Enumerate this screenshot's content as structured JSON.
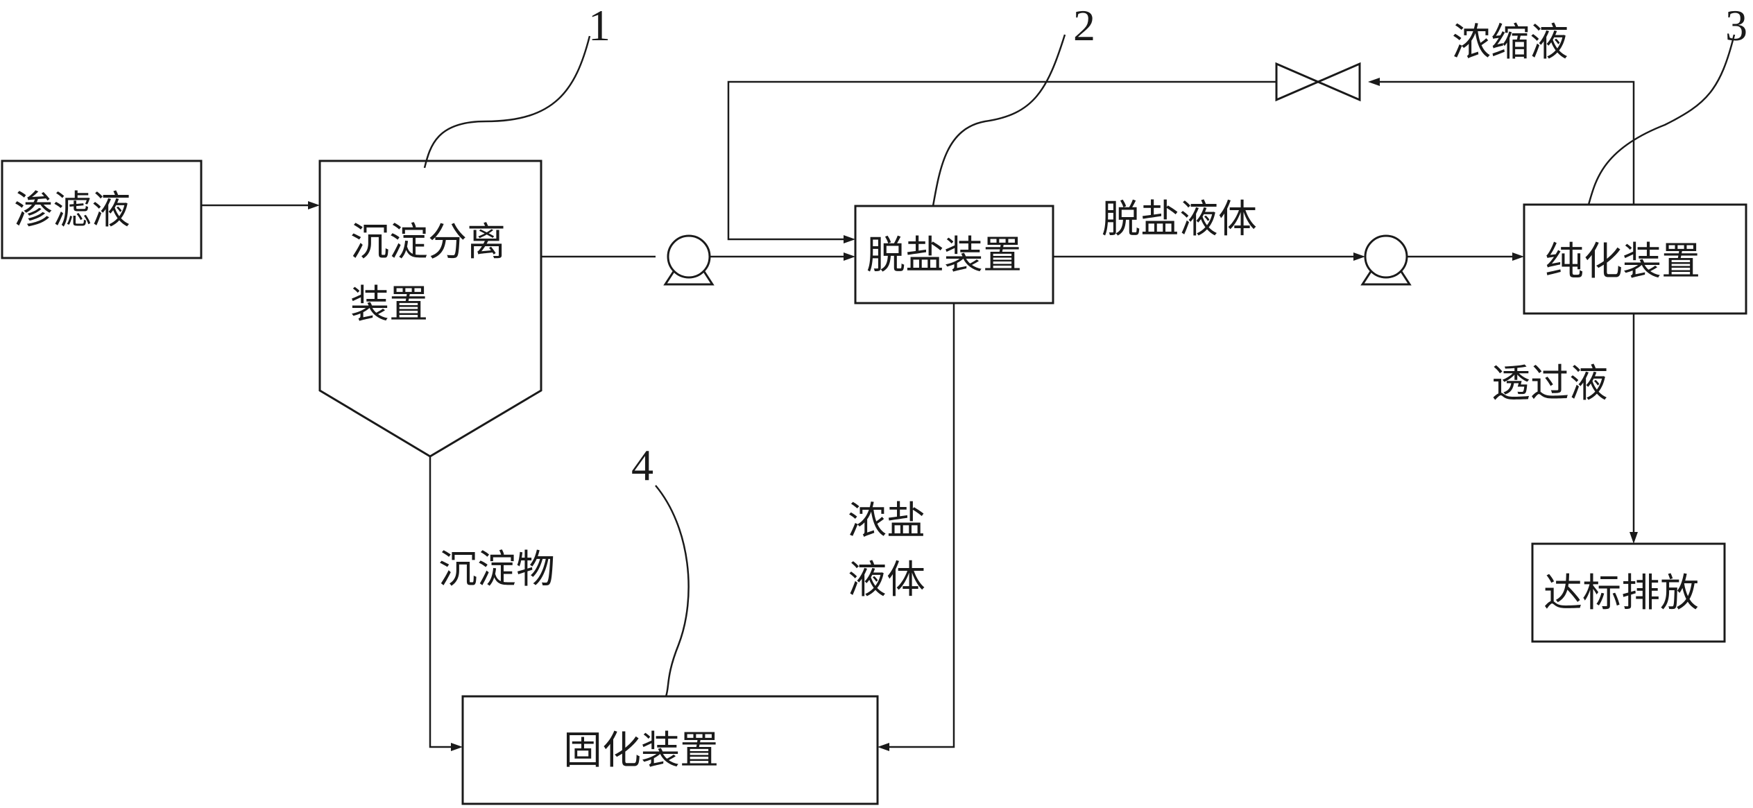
{
  "nodes": {
    "leachate": "渗滤液",
    "sedimentation_line1": "沉淀分离",
    "sedimentation_line2": "装置",
    "desalination": "脱盐装置",
    "purification": "纯化装置",
    "discharge": "达标排放",
    "solidification": "固化装置"
  },
  "flows": {
    "desalted_liquid": "脱盐液体",
    "concentrate": "浓缩液",
    "permeate": "透过液",
    "sediment": "沉淀物",
    "brine_line1": "浓盐",
    "brine_line2": "液体"
  },
  "reference_numbers": {
    "sedimentation": "1",
    "desalination": "2",
    "purification": "3",
    "solidification": "4"
  },
  "icons": {
    "pump": "pump-icon",
    "valve": "valve-icon"
  }
}
